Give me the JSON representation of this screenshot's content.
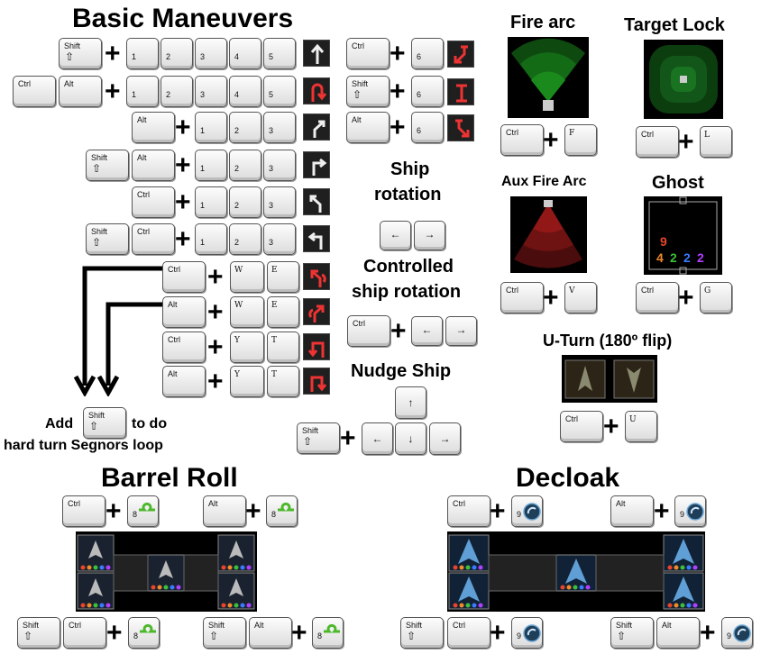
{
  "headings": {
    "basic": "Basic Maneuvers",
    "barrel": "Barrel Roll",
    "decloak": "Decloak",
    "fire_arc": "Fire arc",
    "target_lock": "Target Lock",
    "aux_fire_arc": "Aux Fire Arc",
    "ghost": "Ghost",
    "ship_rotation_1": "Ship",
    "ship_rotation_2": "rotation",
    "controlled_1": "Controlled",
    "controlled_2": "ship rotation",
    "nudge": "Nudge Ship",
    "uturn": "U-Turn (180º flip)",
    "add_prefix": "Add",
    "add_suffix": "to do",
    "add_line2": "hard turn Segnors loop"
  },
  "keys": {
    "shift": "Shift",
    "ctrl": "Ctrl",
    "alt": "Alt",
    "k1": "1",
    "k2": "2",
    "k3": "3",
    "k4": "4",
    "k5": "5",
    "k6": "6",
    "k8": "8",
    "k9": "9",
    "w": "W",
    "e": "E",
    "y": "Y",
    "t": "T",
    "f": "F",
    "l": "L",
    "v": "V",
    "g": "G",
    "u": "U"
  },
  "glyphs": {
    "plus": "+",
    "shift_arrow": "⇧",
    "left": "←",
    "right": "→",
    "up": "↑",
    "down": "↓"
  },
  "ghost_stats": {
    "top": "9",
    "bottom": [
      "4",
      "2",
      "2",
      "2"
    ],
    "colors": [
      "#e8452a",
      "#f08a2a",
      "#3cc03c",
      "#3a7bff",
      "#b040ff"
    ]
  },
  "icons": [
    "straight-arrow-icon",
    "koiogran-turn-icon",
    "bank-right-icon",
    "turn-right-icon",
    "bank-left-icon",
    "turn-left-icon",
    "sloop-left-icon",
    "sloop-right-icon",
    "tallon-roll-left-icon",
    "tallon-roll-right-icon",
    "reverse-bank-icon",
    "reverse-straight-icon",
    "reverse-bank-right-icon",
    "barrel-roll-icon",
    "decloak-icon"
  ]
}
